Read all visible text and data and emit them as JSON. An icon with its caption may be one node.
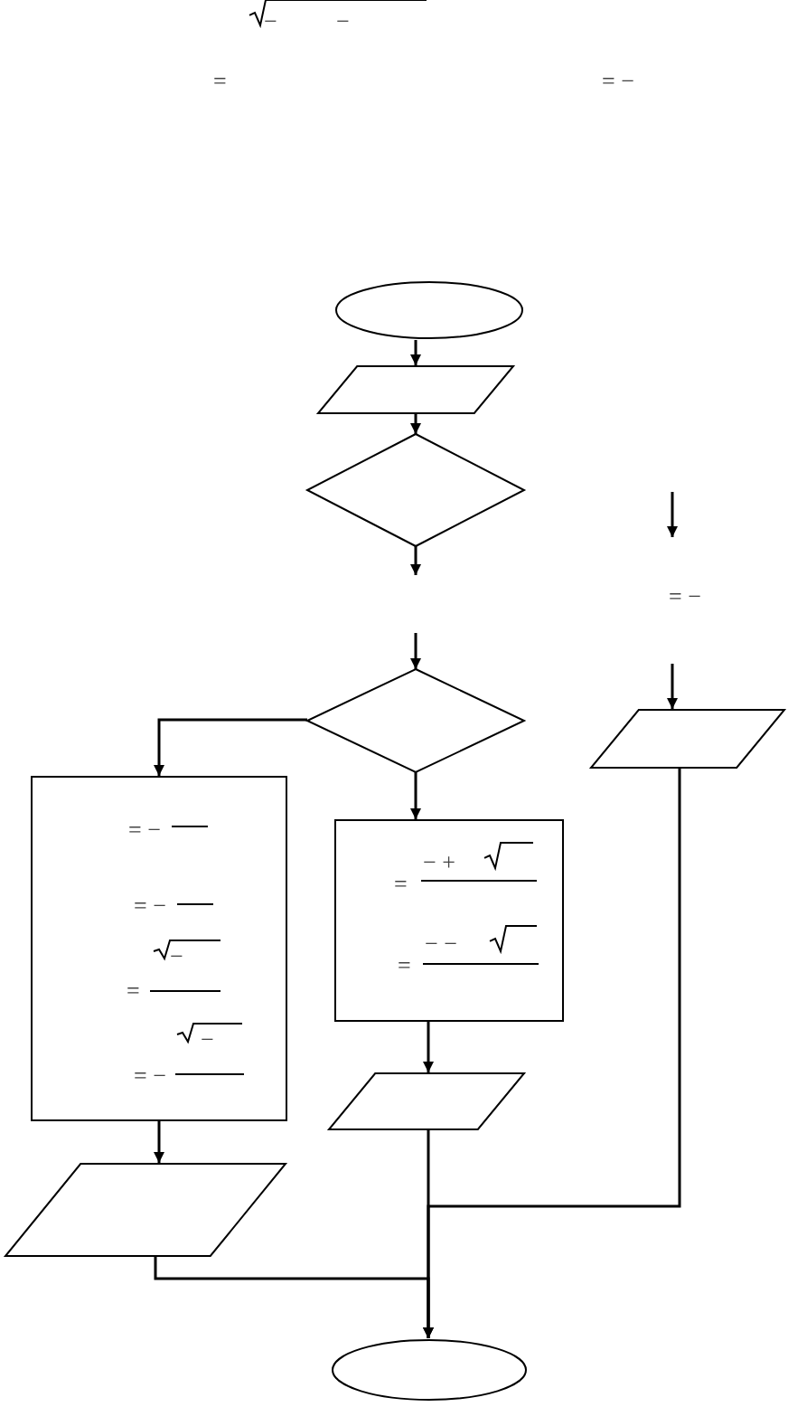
{
  "diagram": {
    "nodes": [
      {
        "text": [],
        "shape": "ellipse"
      },
      {
        "text": [],
        "shape": "parallelogram"
      },
      {
        "text": [],
        "shape": "diamond"
      },
      {
        "text": [],
        "shape": "diamond"
      },
      {
        "text": [
          "= −",
          "= −",
          "−",
          "=",
          "−",
          "= −"
        ]
      },
      {
        "text": [
          "− +",
          "=",
          "− −",
          "="
        ]
      },
      {
        "text": [],
        "shape": "parallelogram"
      },
      {
        "text": [],
        "shape": "parallelogram"
      },
      {
        "text": [],
        "shape": "parallelogram"
      },
      {
        "text": [],
        "shape": "ellipse"
      }
    ],
    "edges": [
      {
        "from": 0,
        "to": 1,
        "arrow": "to"
      },
      {
        "from": 1,
        "to": 2,
        "arrow": "to"
      },
      {
        "from": 2,
        "to": null,
        "arrow": "to"
      },
      {
        "from": null,
        "to": 3,
        "arrow": "to"
      },
      {
        "from": 3,
        "to": 4,
        "arrow": "to"
      },
      {
        "from": 3,
        "to": 5,
        "arrow": "to"
      },
      {
        "from": 4,
        "to": 7,
        "arrow": "to"
      },
      {
        "from": 5,
        "to": 6,
        "arrow": "to"
      },
      {
        "from": 6,
        "to": 9,
        "arrow": "to"
      },
      {
        "from": 7,
        "to": 9,
        "arrow": "to"
      },
      {
        "from": 8,
        "to": 9,
        "arrow": "to"
      },
      {
        "from": null,
        "to": 8,
        "arrow": "to"
      }
    ],
    "labels": [
      "−",
      "−",
      "=",
      "= −",
      "= −"
    ]
  }
}
